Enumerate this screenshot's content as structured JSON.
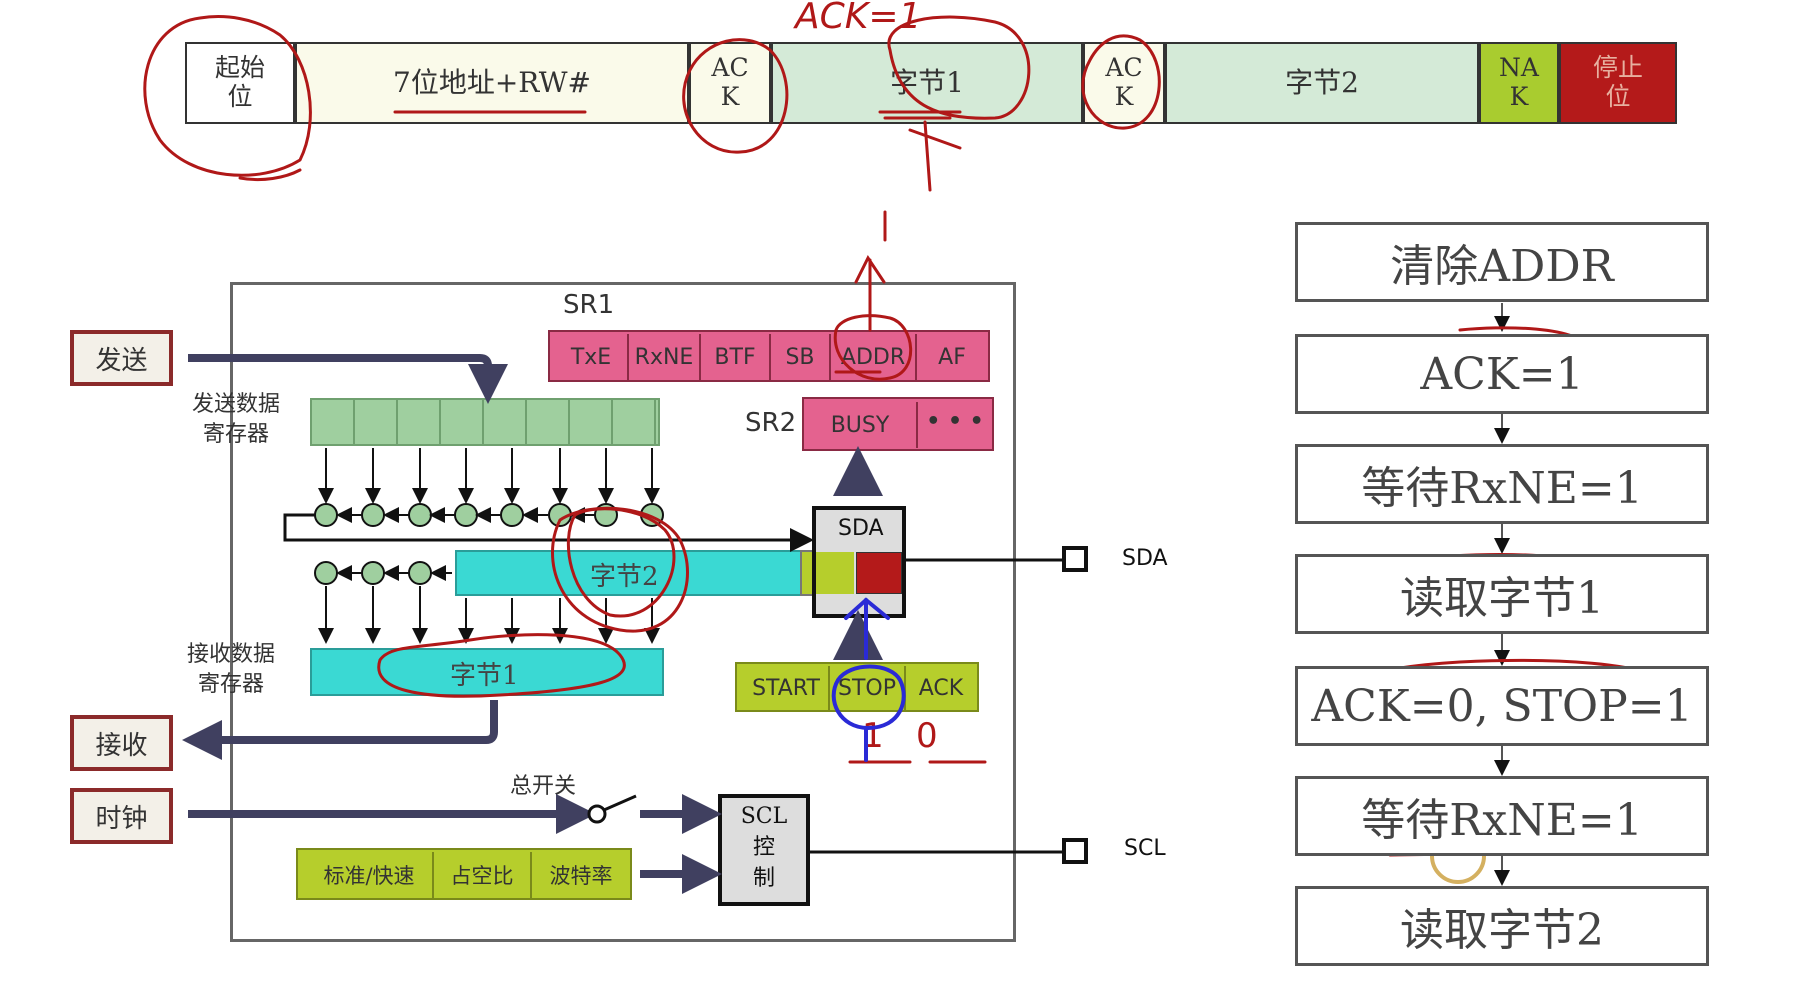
{
  "frame": {
    "start": "起始\n位",
    "address": "7位地址+RW#",
    "ack1": "AC\nK",
    "byte1": "字节1",
    "ack2": "AC\nK",
    "byte2": "字节2",
    "nak": "NA\nK",
    "stop": "停止\n位",
    "annotation": "ACK=1"
  },
  "colors": {
    "frame_bg_light": "#fafaea",
    "frame_bg_green": "#d4ead7",
    "nak_green": "#a9cc2f",
    "stop_red": "#b41a1a",
    "sr_pink": "#e4628f",
    "teal": "#3ad9d3",
    "shift_green": "#9fcf9f",
    "ctrl_yellow": "#b6ce2c",
    "ink_red": "#b01818",
    "ink_blue": "#2a2ad6"
  },
  "diagram": {
    "sr1_label": "SR1",
    "sr1_bits": [
      "TxE",
      "RxNE",
      "BTF",
      "SB",
      "ADDR",
      "AF"
    ],
    "sr2_label": "SR2",
    "sr2_bits": [
      "BUSY",
      "• • •"
    ],
    "send_button": "发送",
    "receive_button": "接收",
    "clock_button": "时钟",
    "tx_register_label": "发送数据\n寄存器",
    "rx_register_label": "接收数据\n寄存器",
    "shift_register_text": "字节2",
    "rx_register_text": "字节1",
    "sda_box": "SDA",
    "sda_pin": "SDA",
    "scl_pin": "SCL",
    "ctrl_bits": [
      "START",
      "STOP",
      "ACK"
    ],
    "main_switch": "总开关",
    "scl_control": "SCL\n控\n制",
    "speed_bits": [
      "标准/快速",
      "占空比",
      "波特率"
    ],
    "annotation_10": "1   0"
  },
  "flow": {
    "steps": [
      "清除ADDR",
      "ACK=1",
      "等待RxNE=1",
      "读取字节1",
      "ACK=0, STOP=1",
      "等待RxNE=1",
      "读取字节2"
    ]
  }
}
